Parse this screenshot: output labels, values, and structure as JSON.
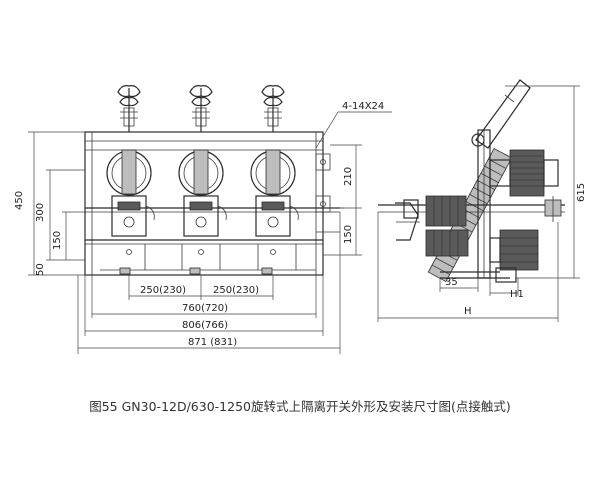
{
  "caption": "图55 GN30-12D/630-1250旋转式上隔离开关外形及安装尺寸图(点接触式)",
  "front_view": {
    "hole_note": "4-14X24",
    "left_dims": {
      "overall_height": "450",
      "dim_300": "300",
      "dim_150": "150",
      "dim_50": "50"
    },
    "right_dims": {
      "dim_210": "210",
      "dim_150": "150"
    },
    "bottom_dims": {
      "pitch_left": "250(230)",
      "pitch_right": "250(230)",
      "width_760": "760(720)",
      "width_806": "806(766)",
      "width_871": "871 (831)"
    }
  },
  "side_view": {
    "height_label": "615",
    "dim_35": "35",
    "dim_h1": "H1",
    "dim_h": "H"
  }
}
